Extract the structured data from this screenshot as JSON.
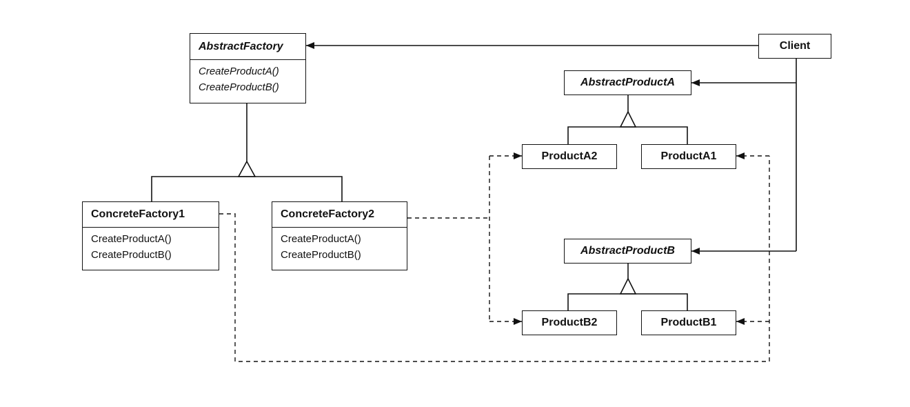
{
  "classes": {
    "abstract_factory": {
      "name": "AbstractFactory",
      "operations": [
        "CreateProductA()",
        "CreateProductB()"
      ]
    },
    "concrete_factory_1": {
      "name": "ConcreteFactory1",
      "operations": [
        "CreateProductA()",
        "CreateProductB()"
      ]
    },
    "concrete_factory_2": {
      "name": "ConcreteFactory2",
      "operations": [
        "CreateProductA()",
        "CreateProductB()"
      ]
    },
    "client": {
      "name": "Client"
    },
    "abstract_product_a": {
      "name": "AbstractProductA"
    },
    "abstract_product_b": {
      "name": "AbstractProductB"
    },
    "product_a2": {
      "name": "ProductA2"
    },
    "product_a1": {
      "name": "ProductA1"
    },
    "product_b2": {
      "name": "ProductB2"
    },
    "product_b1": {
      "name": "ProductB1"
    }
  },
  "colors": {
    "line": "#111111",
    "background": "#ffffff"
  }
}
